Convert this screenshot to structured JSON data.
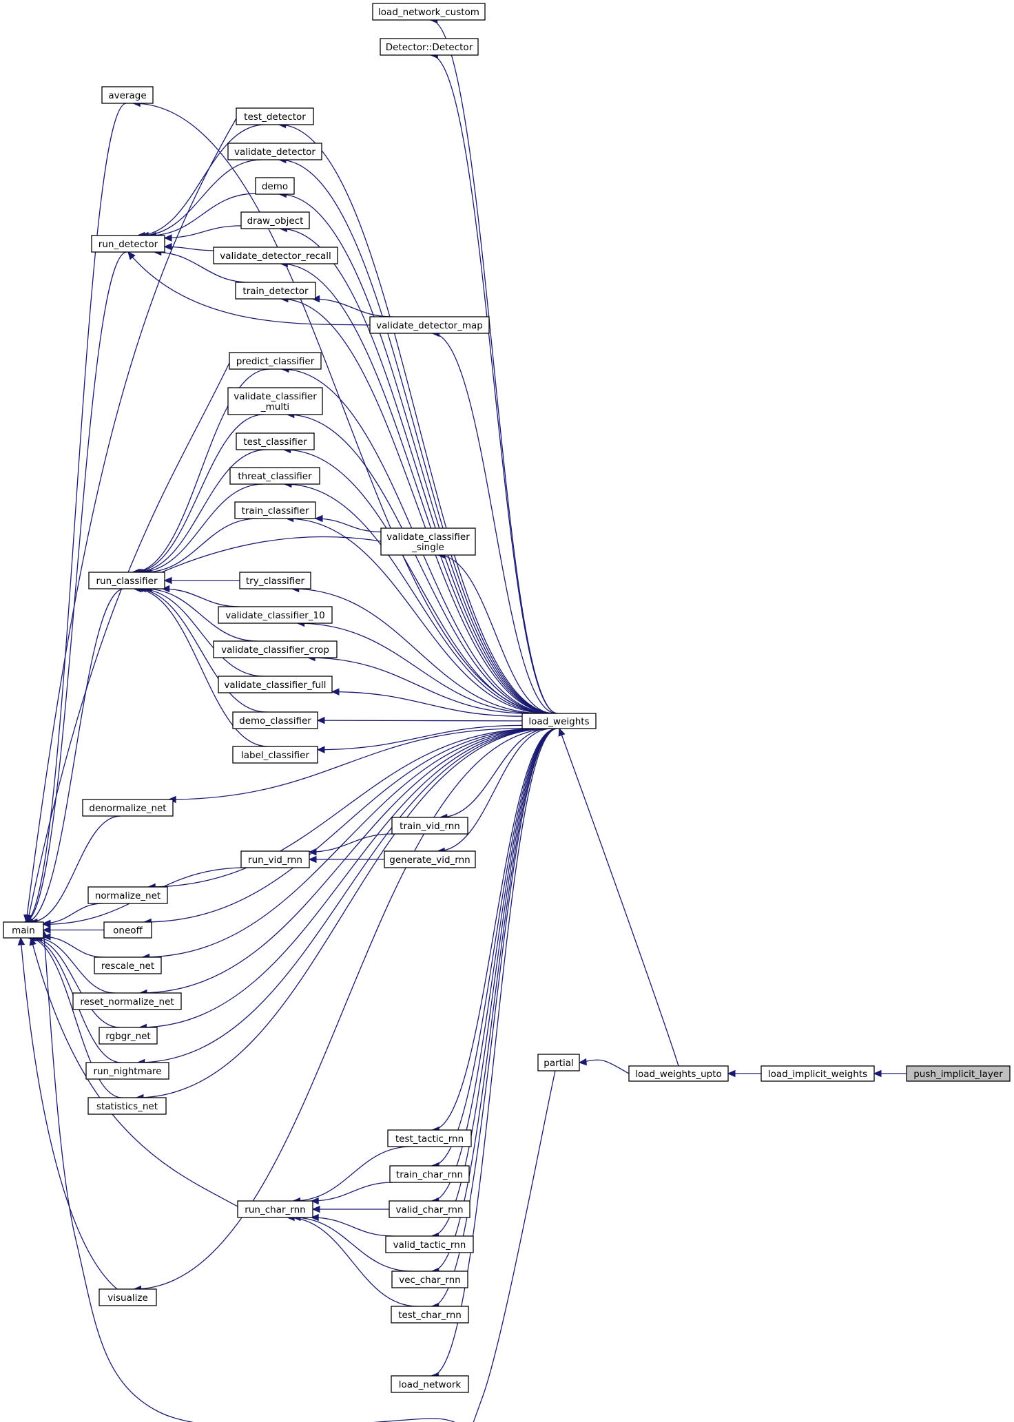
{
  "graph": {
    "target": "push_implicit_layer",
    "nodes": [
      {
        "id": "push_implicit_layer",
        "label": "push_implicit_layer"
      },
      {
        "id": "load_implicit_weights",
        "label": "load_implicit_weights"
      },
      {
        "id": "load_weights_upto",
        "label": "load_weights_upto"
      },
      {
        "id": "load_weights",
        "label": "load_weights"
      },
      {
        "id": "partial",
        "label": "partial"
      },
      {
        "id": "main",
        "label": "main"
      },
      {
        "id": "load_network_custom",
        "label": "load_network_custom"
      },
      {
        "id": "detector_ctor",
        "label": "Detector::Detector"
      },
      {
        "id": "average",
        "label": "average"
      },
      {
        "id": "test_detector",
        "label": "test_detector"
      },
      {
        "id": "validate_detector",
        "label": "validate_detector"
      },
      {
        "id": "demo",
        "label": "demo"
      },
      {
        "id": "draw_object",
        "label": "draw_object"
      },
      {
        "id": "run_detector",
        "label": "run_detector"
      },
      {
        "id": "validate_detector_recall",
        "label": "validate_detector_recall"
      },
      {
        "id": "train_detector",
        "label": "train_detector"
      },
      {
        "id": "validate_detector_map",
        "label": "validate_detector_map"
      },
      {
        "id": "predict_classifier",
        "label": "predict_classifier"
      },
      {
        "id": "validate_classifier_multi",
        "label": "validate_classifier\n_multi"
      },
      {
        "id": "test_classifier",
        "label": "test_classifier"
      },
      {
        "id": "threat_classifier",
        "label": "threat_classifier"
      },
      {
        "id": "train_classifier",
        "label": "train_classifier"
      },
      {
        "id": "validate_classifier_single",
        "label": "validate_classifier\n_single"
      },
      {
        "id": "run_classifier",
        "label": "run_classifier"
      },
      {
        "id": "try_classifier",
        "label": "try_classifier"
      },
      {
        "id": "validate_classifier_10",
        "label": "validate_classifier_10"
      },
      {
        "id": "validate_classifier_crop",
        "label": "validate_classifier_crop"
      },
      {
        "id": "validate_classifier_full",
        "label": "validate_classifier_full"
      },
      {
        "id": "demo_classifier",
        "label": "demo_classifier"
      },
      {
        "id": "label_classifier",
        "label": "label_classifier"
      },
      {
        "id": "denormalize_net",
        "label": "denormalize_net"
      },
      {
        "id": "train_vid_rnn",
        "label": "train_vid_rnn"
      },
      {
        "id": "run_vid_rnn",
        "label": "run_vid_rnn"
      },
      {
        "id": "generate_vid_rnn",
        "label": "generate_vid_rnn"
      },
      {
        "id": "normalize_net",
        "label": "normalize_net"
      },
      {
        "id": "oneoff",
        "label": "oneoff"
      },
      {
        "id": "rescale_net",
        "label": "rescale_net"
      },
      {
        "id": "reset_normalize_net",
        "label": "reset_normalize_net"
      },
      {
        "id": "rgbgr_net",
        "label": "rgbgr_net"
      },
      {
        "id": "run_nightmare",
        "label": "run_nightmare"
      },
      {
        "id": "statistics_net",
        "label": "statistics_net"
      },
      {
        "id": "test_tactic_rnn",
        "label": "test_tactic_rnn"
      },
      {
        "id": "train_char_rnn",
        "label": "train_char_rnn"
      },
      {
        "id": "run_char_rnn",
        "label": "run_char_rnn"
      },
      {
        "id": "valid_char_rnn",
        "label": "valid_char_rnn"
      },
      {
        "id": "valid_tactic_rnn",
        "label": "valid_tactic_rnn"
      },
      {
        "id": "vec_char_rnn",
        "label": "vec_char_rnn"
      },
      {
        "id": "visualize",
        "label": "visualize"
      },
      {
        "id": "test_char_rnn",
        "label": "test_char_rnn"
      },
      {
        "id": "load_network",
        "label": "load_network"
      }
    ],
    "edges": [
      [
        "load_implicit_weights",
        "push_implicit_layer"
      ],
      [
        "load_weights_upto",
        "load_implicit_weights"
      ],
      [
        "load_weights",
        "load_weights_upto"
      ],
      [
        "partial",
        "load_weights_upto"
      ],
      [
        "main",
        "partial"
      ],
      [
        "load_network_custom",
        "load_weights"
      ],
      [
        "detector_ctor",
        "load_weights"
      ],
      [
        "average",
        "load_weights"
      ],
      [
        "test_detector",
        "load_weights"
      ],
      [
        "validate_detector",
        "load_weights"
      ],
      [
        "demo",
        "load_weights"
      ],
      [
        "draw_object",
        "load_weights"
      ],
      [
        "validate_detector_recall",
        "load_weights"
      ],
      [
        "train_detector",
        "load_weights"
      ],
      [
        "validate_detector_map",
        "load_weights"
      ],
      [
        "predict_classifier",
        "load_weights"
      ],
      [
        "validate_classifier_multi",
        "load_weights"
      ],
      [
        "test_classifier",
        "load_weights"
      ],
      [
        "threat_classifier",
        "load_weights"
      ],
      [
        "train_classifier",
        "load_weights"
      ],
      [
        "validate_classifier_single",
        "load_weights"
      ],
      [
        "try_classifier",
        "load_weights"
      ],
      [
        "validate_classifier_10",
        "load_weights"
      ],
      [
        "validate_classifier_crop",
        "load_weights"
      ],
      [
        "validate_classifier_full",
        "load_weights"
      ],
      [
        "demo_classifier",
        "load_weights"
      ],
      [
        "label_classifier",
        "load_weights"
      ],
      [
        "denormalize_net",
        "load_weights"
      ],
      [
        "train_vid_rnn",
        "load_weights"
      ],
      [
        "generate_vid_rnn",
        "load_weights"
      ],
      [
        "normalize_net",
        "load_weights"
      ],
      [
        "oneoff",
        "load_weights"
      ],
      [
        "rescale_net",
        "load_weights"
      ],
      [
        "reset_normalize_net",
        "load_weights"
      ],
      [
        "rgbgr_net",
        "load_weights"
      ],
      [
        "run_nightmare",
        "load_weights"
      ],
      [
        "statistics_net",
        "load_weights"
      ],
      [
        "test_tactic_rnn",
        "load_weights"
      ],
      [
        "train_char_rnn",
        "load_weights"
      ],
      [
        "valid_char_rnn",
        "load_weights"
      ],
      [
        "valid_tactic_rnn",
        "load_weights"
      ],
      [
        "vec_char_rnn",
        "load_weights"
      ],
      [
        "visualize",
        "load_weights"
      ],
      [
        "test_char_rnn",
        "load_weights"
      ],
      [
        "load_network",
        "load_weights"
      ],
      [
        "main",
        "average"
      ],
      [
        "main",
        "run_detector"
      ],
      [
        "main",
        "run_classifier"
      ],
      [
        "main",
        "denormalize_net"
      ],
      [
        "main",
        "run_vid_rnn"
      ],
      [
        "main",
        "normalize_net"
      ],
      [
        "main",
        "oneoff"
      ],
      [
        "main",
        "rescale_net"
      ],
      [
        "main",
        "reset_normalize_net"
      ],
      [
        "main",
        "rgbgr_net"
      ],
      [
        "main",
        "run_nightmare"
      ],
      [
        "main",
        "statistics_net"
      ],
      [
        "main",
        "run_char_rnn"
      ],
      [
        "main",
        "visualize"
      ],
      [
        "main",
        "test_detector"
      ],
      [
        "main",
        "predict_classifier"
      ],
      [
        "run_detector",
        "test_detector"
      ],
      [
        "run_detector",
        "validate_detector"
      ],
      [
        "run_detector",
        "demo"
      ],
      [
        "run_detector",
        "draw_object"
      ],
      [
        "run_detector",
        "validate_detector_recall"
      ],
      [
        "run_detector",
        "train_detector"
      ],
      [
        "run_detector",
        "validate_detector_map"
      ],
      [
        "train_detector",
        "validate_detector_map"
      ],
      [
        "run_classifier",
        "predict_classifier"
      ],
      [
        "run_classifier",
        "validate_classifier_multi"
      ],
      [
        "run_classifier",
        "test_classifier"
      ],
      [
        "run_classifier",
        "threat_classifier"
      ],
      [
        "run_classifier",
        "train_classifier"
      ],
      [
        "run_classifier",
        "validate_classifier_single"
      ],
      [
        "train_classifier",
        "validate_classifier_single"
      ],
      [
        "run_classifier",
        "try_classifier"
      ],
      [
        "run_classifier",
        "validate_classifier_10"
      ],
      [
        "run_classifier",
        "validate_classifier_crop"
      ],
      [
        "run_classifier",
        "validate_classifier_full"
      ],
      [
        "run_classifier",
        "demo_classifier"
      ],
      [
        "run_classifier",
        "label_classifier"
      ],
      [
        "run_vid_rnn",
        "train_vid_rnn"
      ],
      [
        "run_vid_rnn",
        "generate_vid_rnn"
      ],
      [
        "run_char_rnn",
        "test_tactic_rnn"
      ],
      [
        "run_char_rnn",
        "train_char_rnn"
      ],
      [
        "run_char_rnn",
        "valid_char_rnn"
      ],
      [
        "run_char_rnn",
        "valid_tactic_rnn"
      ],
      [
        "run_char_rnn",
        "vec_char_rnn"
      ],
      [
        "run_char_rnn",
        "test_char_rnn"
      ]
    ]
  }
}
